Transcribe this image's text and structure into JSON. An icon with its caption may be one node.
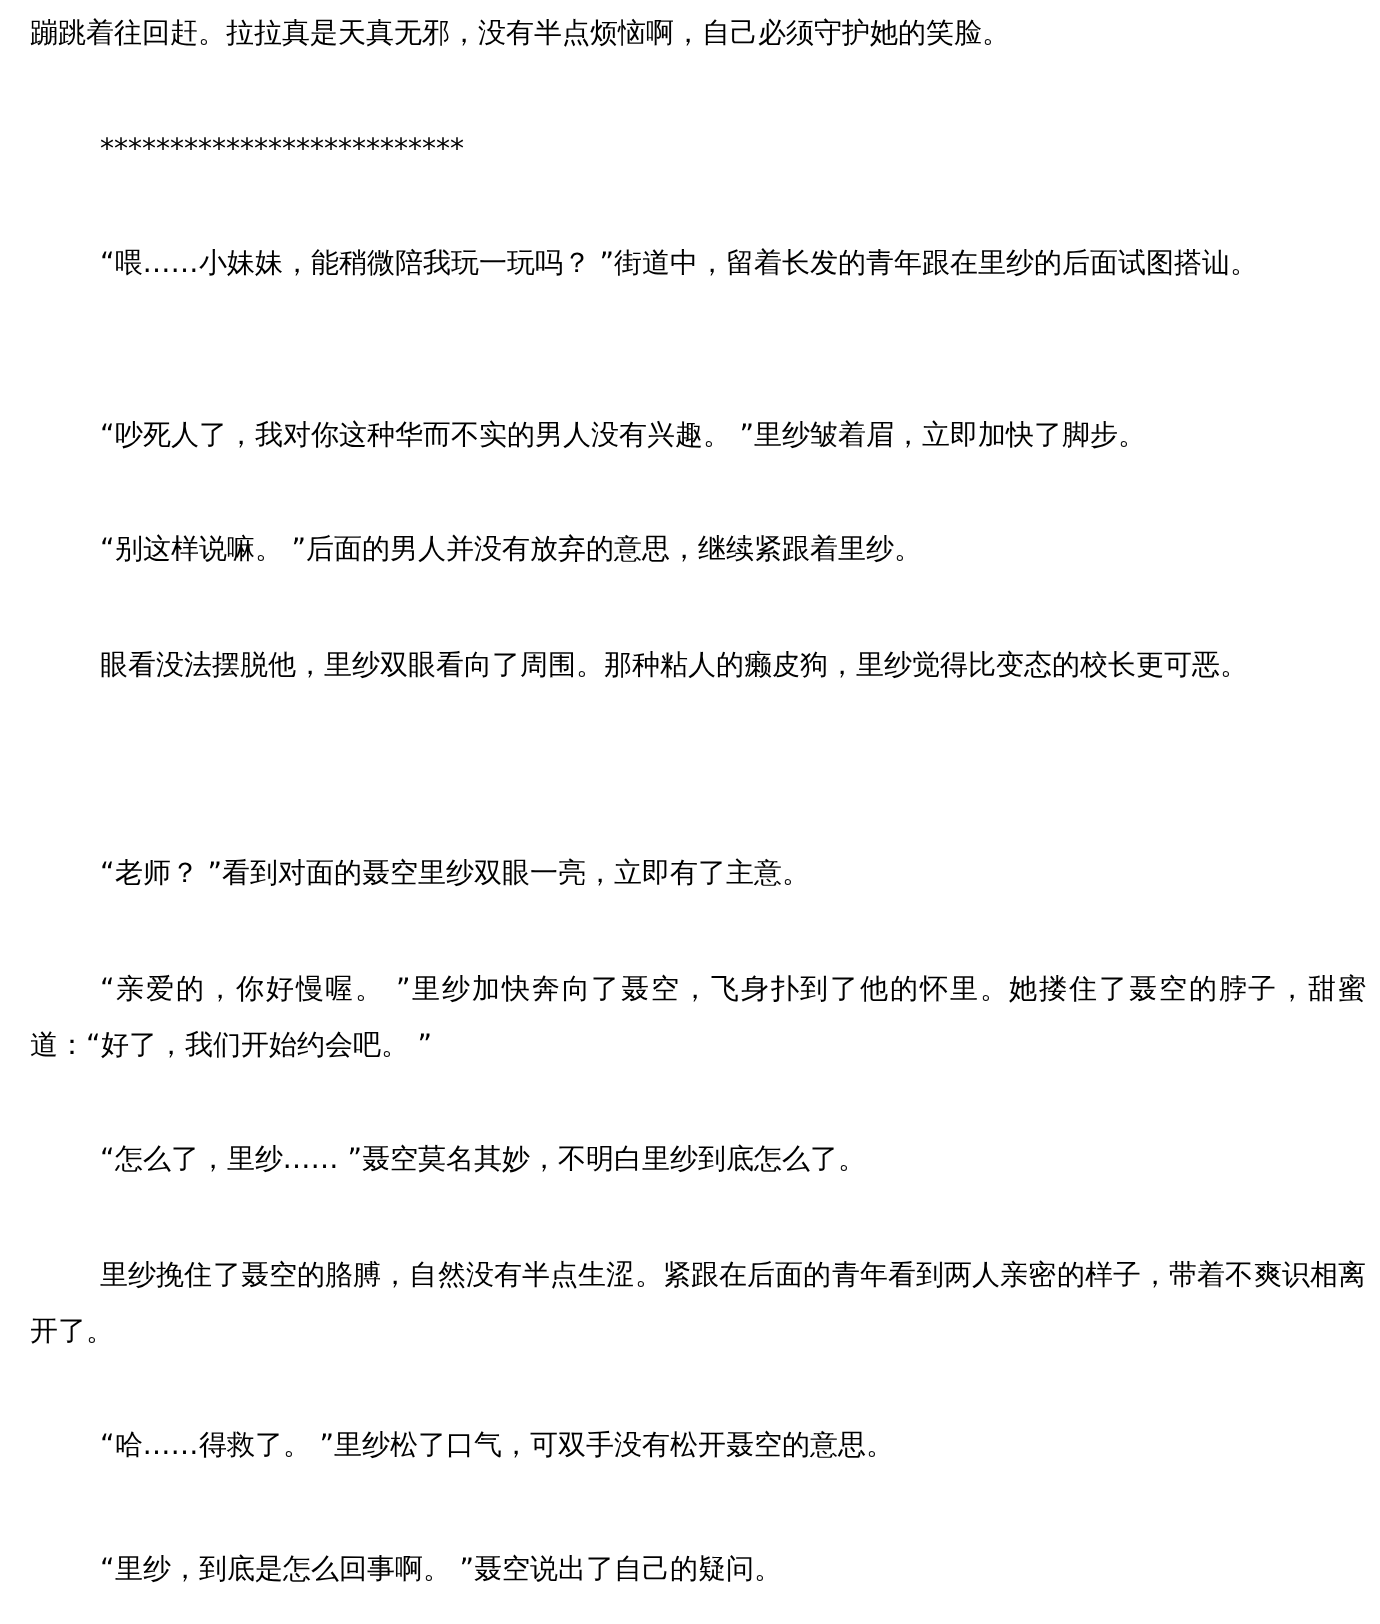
{
  "diagram": {
    "labels": [
      "蹦跳着往回赶。拉拉真是天真无邪，没有半点烦恼啊，自己必须守护她的笑脸。",
      "**************************",
      "“喂……小妹妹，能稍微陪我玩一玩吗？ ”街道中，留着长发的青年跟在里纱的后面试图搭讪。",
      "“吵死人了，我对你这种华而不实的男人没有兴趣。 ”里纱皱着眉，立即加快了脚步。",
      "“别这样说嘛。 ”后面的男人并没有放弃的意思，继续紧跟着里纱。",
      "眼看没法摆脱他，里纱双眼看向了周围。那种粘人的癞皮狗，里纱觉得比变态的校长更可恶。",
      "“老师？ ”看到对面的聂空里纱双眼一亮，立即有了主意。",
      "“亲爱的，你好慢喔。 ”里纱加快奔向了聂空，飞身扑到了他的怀里。她搂住了聂空的脖子，甜蜜道：“好了，我们开始约会吧。 ”",
      "“怎么了，里纱…… ”聂空莫名其妙，不明白里纱到底怎么了。",
      "里纱挽住了聂空的胳膊，自然没有半点生涩。紧跟在后面的青年看到两人亲密的样子，带着不爽识相离开了。",
      "“哈……得救了。 ”里纱松了口气，可双手没有松开聂空的意思。",
      "“里纱，到底是怎么回事啊。 ”聂空说出了自己的疑问。"
    ]
  }
}
